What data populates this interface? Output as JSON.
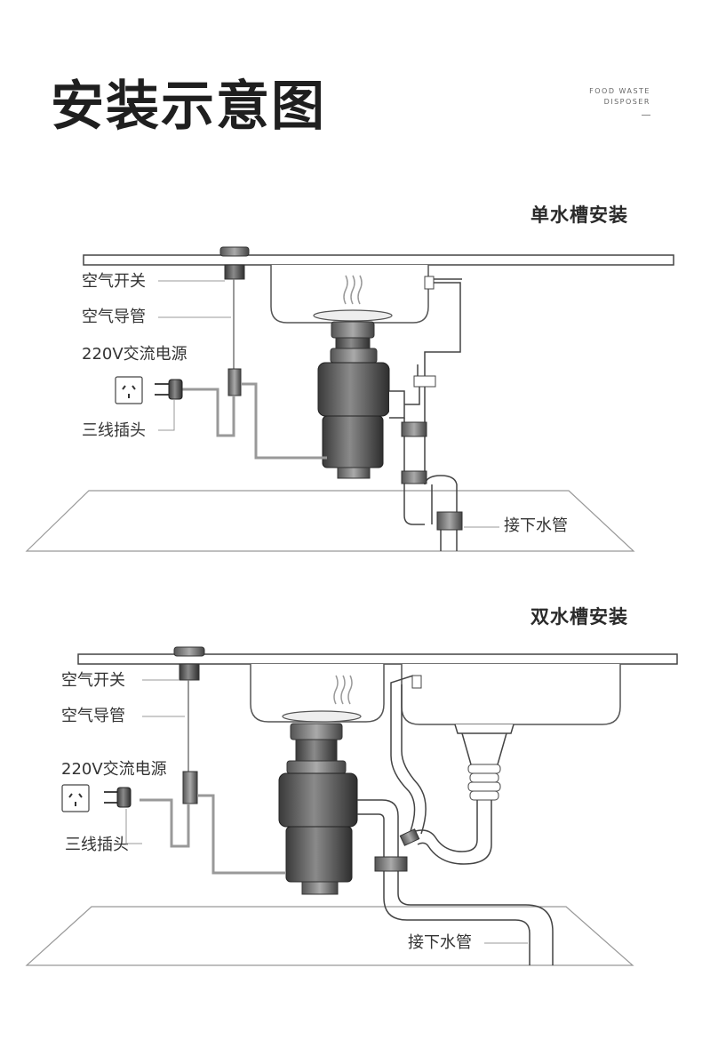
{
  "header": {
    "title": "安装示意图",
    "brand_line1": "FOOD WASTE",
    "brand_line2": "DISPOSER"
  },
  "single": {
    "title": "单水槽安装",
    "labels": {
      "air_switch": "空气开关",
      "air_tube": "空气导管",
      "power": "220V交流电源",
      "plug": "三线插头",
      "drain": "接下水管"
    }
  },
  "double": {
    "title": "双水槽安装",
    "labels": {
      "air_switch": "空气开关",
      "air_tube": "空气导管",
      "power": "220V交流电源",
      "plug": "三线插头",
      "drain": "接下水管"
    }
  },
  "colors": {
    "line": "#555555",
    "light": "#bbbbbb",
    "body": "#4a4a4a",
    "text": "#333333"
  }
}
